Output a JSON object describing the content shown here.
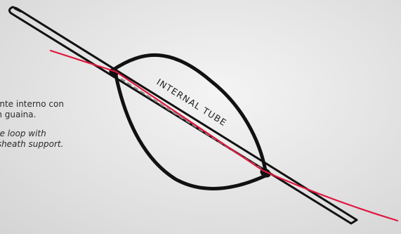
{
  "caption": {
    "italian": [
      "ante interno con",
      "in guaina."
    ],
    "english": [
      "ne loop with",
      " sheath support."
    ]
  },
  "diagram": {
    "tube_label": "INTERNAL TUBE",
    "colors": {
      "line": "#e0173d",
      "sheath": "#111111",
      "tube": "#8a8a8a"
    }
  }
}
